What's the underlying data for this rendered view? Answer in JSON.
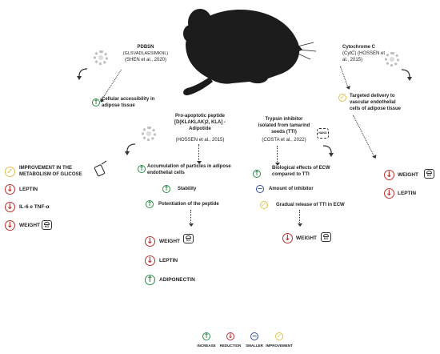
{
  "left": {
    "title": "PDBSN",
    "sequence": "(GLSVADLAESIMKNL)",
    "ref": "(SHEN et al., 2020)",
    "step1": "Cellular accessibility in adipose tissue",
    "improve_1": "IMPROVEMENT IN THE",
    "improve_2": "METABOLISM OF GLICOSE",
    "leptin": "LEPTIN",
    "il6": "IL-6 e TNF-α",
    "weight": "WEIGHT"
  },
  "middle": {
    "title_1": "Pro-apoptotic peptide",
    "title_2": "[D(KLAKLAK)2, KLA] -",
    "title_3": "Adipotide",
    "ref": "(HOSSEN et al., 2015)",
    "step1_1": "Accumulation of particles in adipose",
    "step1_2": "endothelial cells",
    "step2": "Stability",
    "step3": "Potentiation of the peptide",
    "weight": "WEIGHT",
    "leptin": "LEPTIN",
    "adiponectin": "ADIPONECTIN"
  },
  "trypsin": {
    "title_1": "Trypsin inhibitor",
    "title_2": "isolated from tamarind",
    "title_3": "seeds (TTI)",
    "ref": "(COSTA et al., 2022)",
    "nano": "NANO",
    "step1_1": "Biological effects of ECW",
    "step1_2": "compared to TTI",
    "step2": "Amount of inhibitor",
    "step3": "Gradual release of TTI in ECW",
    "weight": "WEIGHT"
  },
  "right": {
    "title_1": "Cytochrome C",
    "title_2": "(CytC) (HOSSEN et",
    "title_3": "al., 2015)",
    "step1_1": "Targeted delivery to",
    "step1_2": "vascular endothelial",
    "step1_3": "cells of adipose tissue",
    "weight": "WEIGHT",
    "leptin": "LEPTIN"
  },
  "legend": {
    "increase": "INCREASE",
    "reduction": "REDUCTION",
    "smaller": "SMALLER",
    "improvement": "IMPROVEMENT"
  },
  "scale_label": "KG",
  "colors": {
    "increase": "#2e8b4a",
    "reduction": "#b83232",
    "smaller": "#2c4f9e",
    "improvement": "#e0c04a"
  },
  "icons": {
    "increase": "arrow-up-icon",
    "reduction": "arrow-down-icon",
    "smaller": "minus-icon",
    "improvement": "check-icon"
  }
}
